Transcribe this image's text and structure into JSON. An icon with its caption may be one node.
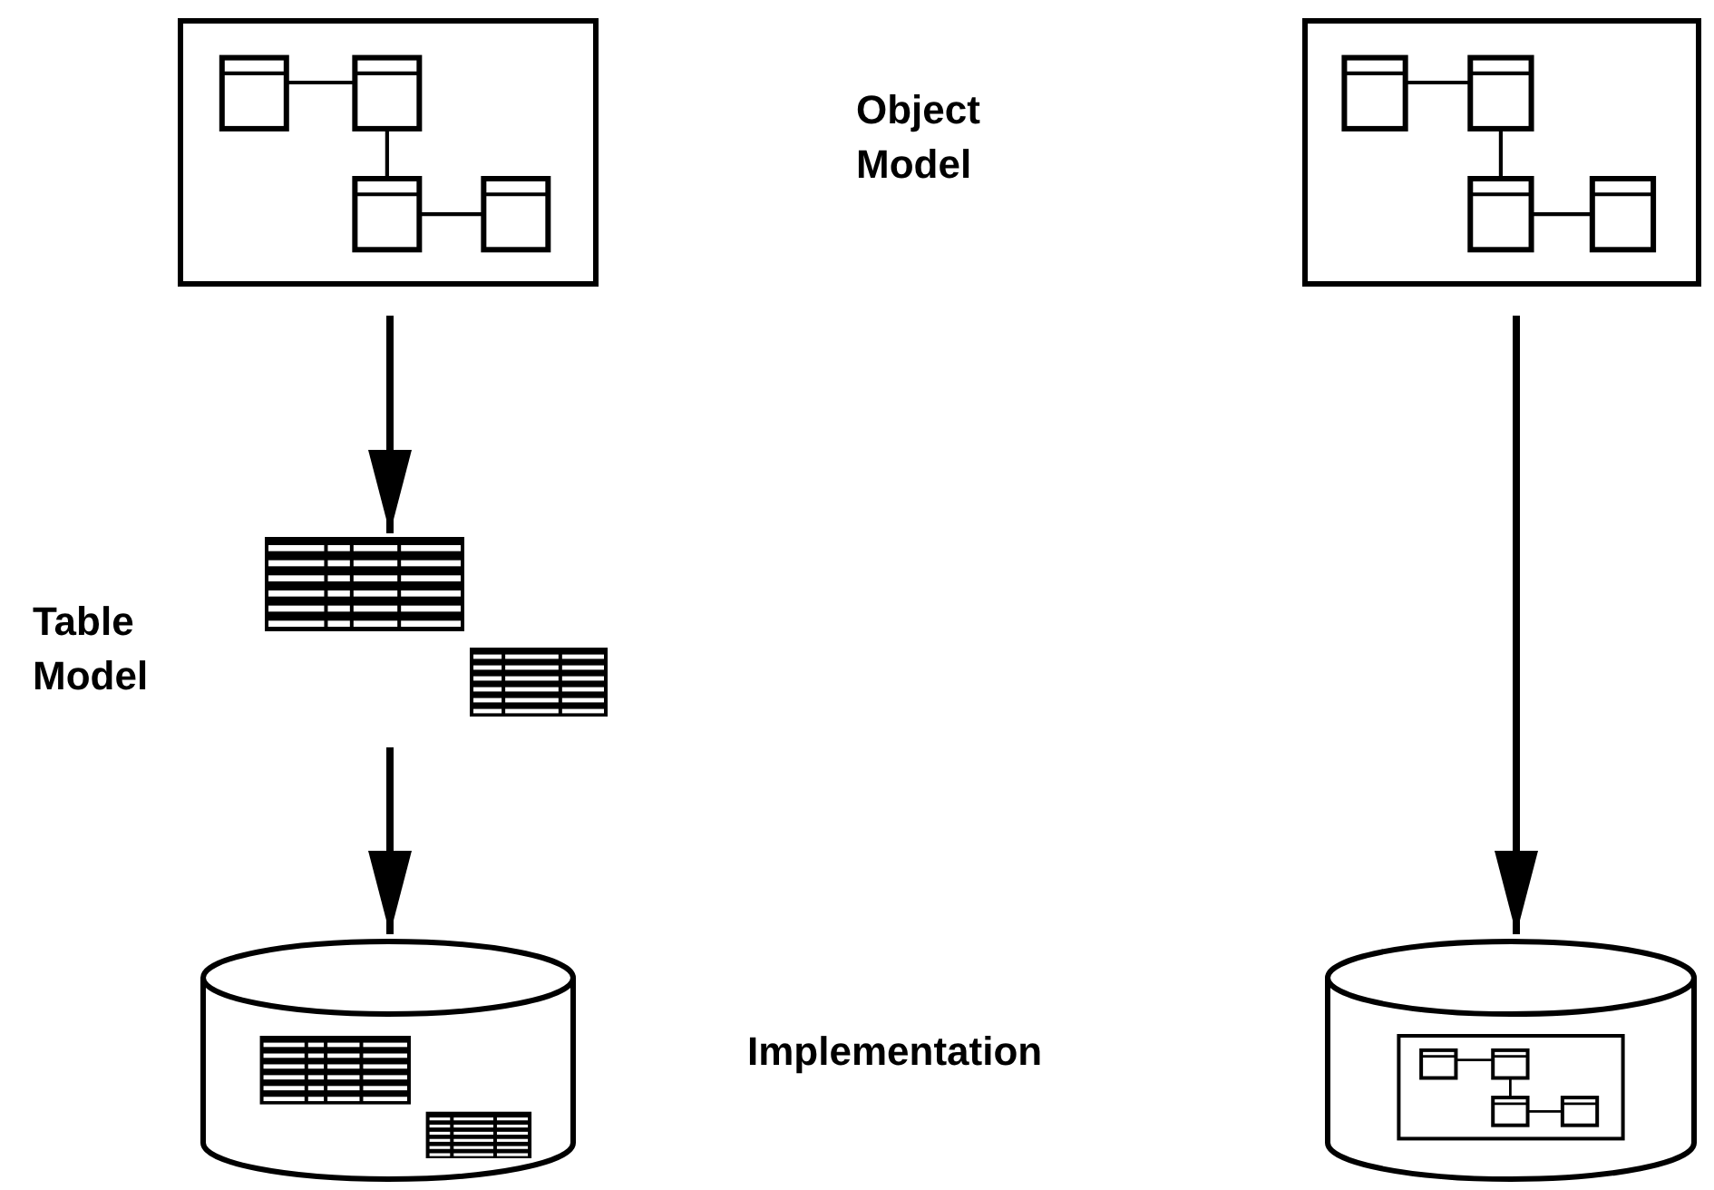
{
  "diagram": {
    "nodes": [
      {
        "text": [],
        "shape": "box"
      },
      {
        "text": [],
        "shape": "table"
      },
      {
        "text": [],
        "shape": "cylinder"
      },
      {
        "text": [],
        "shape": "box"
      },
      {
        "text": [],
        "shape": "cylinder"
      }
    ],
    "edges": [
      {
        "from": 0,
        "to": 1,
        "arrow": "to"
      },
      {
        "from": 1,
        "to": 2,
        "arrow": "to"
      },
      {
        "from": 3,
        "to": 4,
        "arrow": "to"
      }
    ],
    "labels": [
      "Object Model",
      "Table Model",
      "Implementation"
    ]
  }
}
